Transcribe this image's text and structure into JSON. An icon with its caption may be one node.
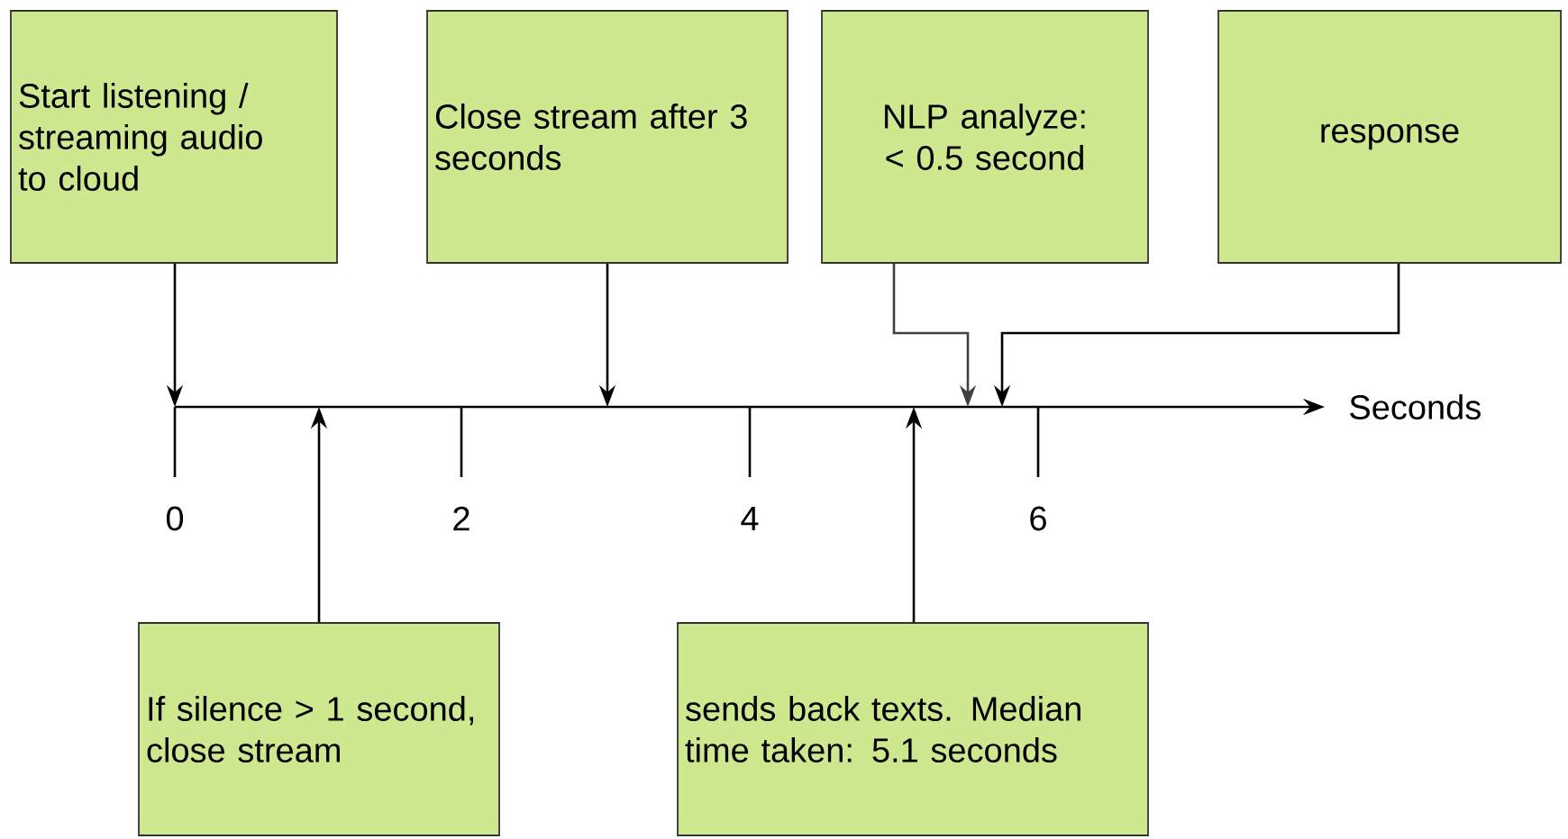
{
  "diagram": {
    "nodes": [
      {
        "text": [
          "Start listening / streaming audio to cloud"
        ]
      },
      {
        "text": [
          "Close stream after 3 seconds"
        ]
      },
      {
        "text": [
          "NLP analyze: < 0.5 second"
        ]
      },
      {
        "text": [
          "response"
        ]
      },
      {
        "text": [
          "If silence > 1 second, close stream"
        ]
      },
      {
        "text": [
          "sends back texts. Median time taken: 5.1 seconds"
        ]
      }
    ],
    "edges": [
      {
        "from": 0,
        "to": null,
        "arrow": "to"
      },
      {
        "from": 1,
        "to": null,
        "arrow": "to"
      },
      {
        "from": 2,
        "to": null,
        "arrow": "to",
        "color": "#404040"
      },
      {
        "from": 3,
        "to": null,
        "arrow": "to"
      },
      {
        "from": 4,
        "to": null,
        "arrow": "to"
      },
      {
        "from": 5,
        "to": null,
        "arrow": "to"
      }
    ],
    "labels": [
      "Seconds",
      "0",
      "2",
      "4",
      "6"
    ]
  }
}
